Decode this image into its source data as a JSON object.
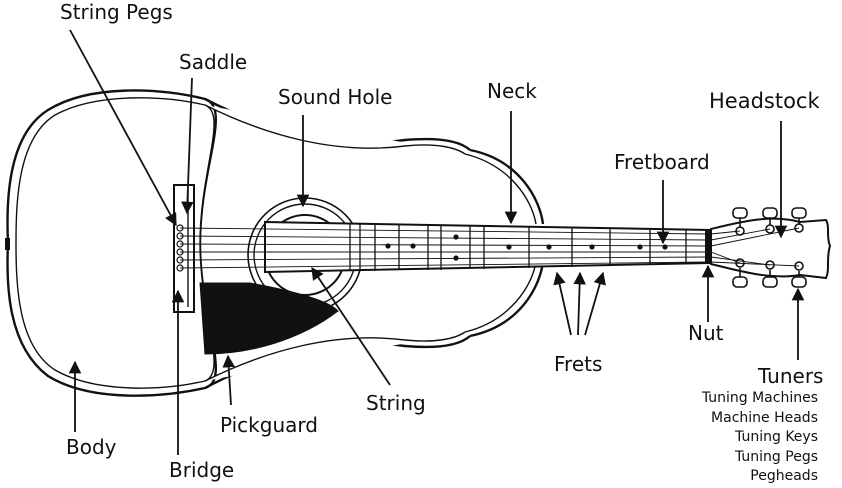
{
  "labels": {
    "string_pegs": "String Pegs",
    "saddle": "Saddle",
    "sound_hole": "Sound Hole",
    "neck": "Neck",
    "headstock": "Headstock",
    "fretboard": "Fretboard",
    "nut": "Nut",
    "frets": "Frets",
    "tuners": "Tuners",
    "string": "String",
    "pickguard": "Pickguard",
    "body": "Body",
    "bridge": "Bridge"
  },
  "tuner_synonyms": [
    "Tuning Machines",
    "Machine Heads",
    "Tuning Keys",
    "Tuning Pegs",
    "Pegheads"
  ],
  "colors": {
    "ink": "#111111",
    "background": "#ffffff"
  }
}
